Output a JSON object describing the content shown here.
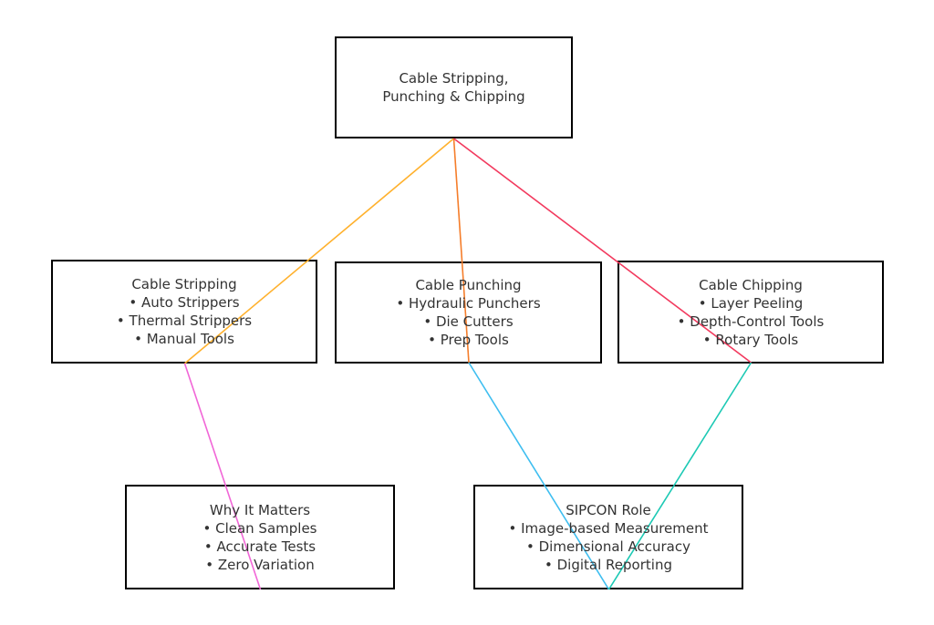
{
  "diagram": {
    "colors": {
      "background": "#ffffff",
      "node_border": "#000000",
      "node_fill": "#ffffff",
      "text": "#333333"
    },
    "nodes": {
      "root": {
        "lines": [
          "Cable Stripping,",
          "Punching & Chipping"
        ]
      },
      "stripping": {
        "lines": [
          "Cable Stripping",
          "• Auto Strippers",
          "• Thermal Strippers",
          "• Manual Tools"
        ]
      },
      "punching": {
        "lines": [
          "Cable Punching",
          "• Hydraulic Punchers",
          "• Die Cutters",
          "• Prep Tools"
        ]
      },
      "chipping": {
        "lines": [
          "Cable Chipping",
          "• Layer Peeling",
          "• Depth-Control Tools",
          "• Rotary Tools"
        ]
      },
      "why": {
        "lines": [
          "Why It Matters",
          "• Clean Samples",
          "• Accurate Tests",
          "• Zero Variation"
        ]
      },
      "sipcon": {
        "lines": [
          "SIPCON Role",
          "• Image-based Measurement",
          "• Dimensional Accuracy",
          "• Digital Reporting"
        ]
      }
    },
    "edges": [
      {
        "from": "root",
        "to": "stripping",
        "color": "#FFB12D"
      },
      {
        "from": "root",
        "to": "punching",
        "color": "#F57D2A"
      },
      {
        "from": "root",
        "to": "chipping",
        "color": "#F23A5E"
      },
      {
        "from": "stripping",
        "to": "why",
        "color": "#F166D7"
      },
      {
        "from": "punching",
        "to": "sipcon",
        "color": "#3EBEF0"
      },
      {
        "from": "chipping",
        "to": "sipcon",
        "color": "#1CC9B4"
      }
    ]
  }
}
